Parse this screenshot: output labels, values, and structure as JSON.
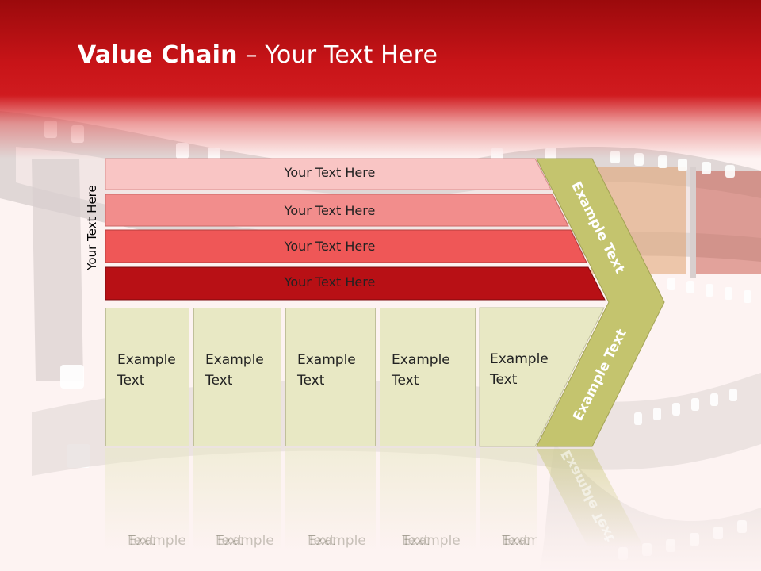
{
  "slide": {
    "title_bold": "Value Chain",
    "title_rest": " – Your Text Here",
    "vertical_label": "Your Text Here",
    "bands": [
      "Your Text Here",
      "Your Text Here",
      "Your Text Here",
      "Your Text Here"
    ],
    "boxes": [
      {
        "line1": "Example",
        "line2": "Text"
      },
      {
        "line1": "Example",
        "line2": "Text"
      },
      {
        "line1": "Example",
        "line2": "Text"
      },
      {
        "line1": "Example",
        "line2": "Text"
      },
      {
        "line1": "Example",
        "line2": "Text"
      }
    ],
    "arrow_upper_label": "Example Text",
    "arrow_lower_label": "Example Text",
    "colors": {
      "header_red": "#c81418",
      "band1": "#f9c5c4",
      "band2": "#f28d8c",
      "band3": "#ef5757",
      "band4": "#b81015",
      "box_fill": "#e8e8c4",
      "arrow_fill": "#c4c46e"
    }
  }
}
